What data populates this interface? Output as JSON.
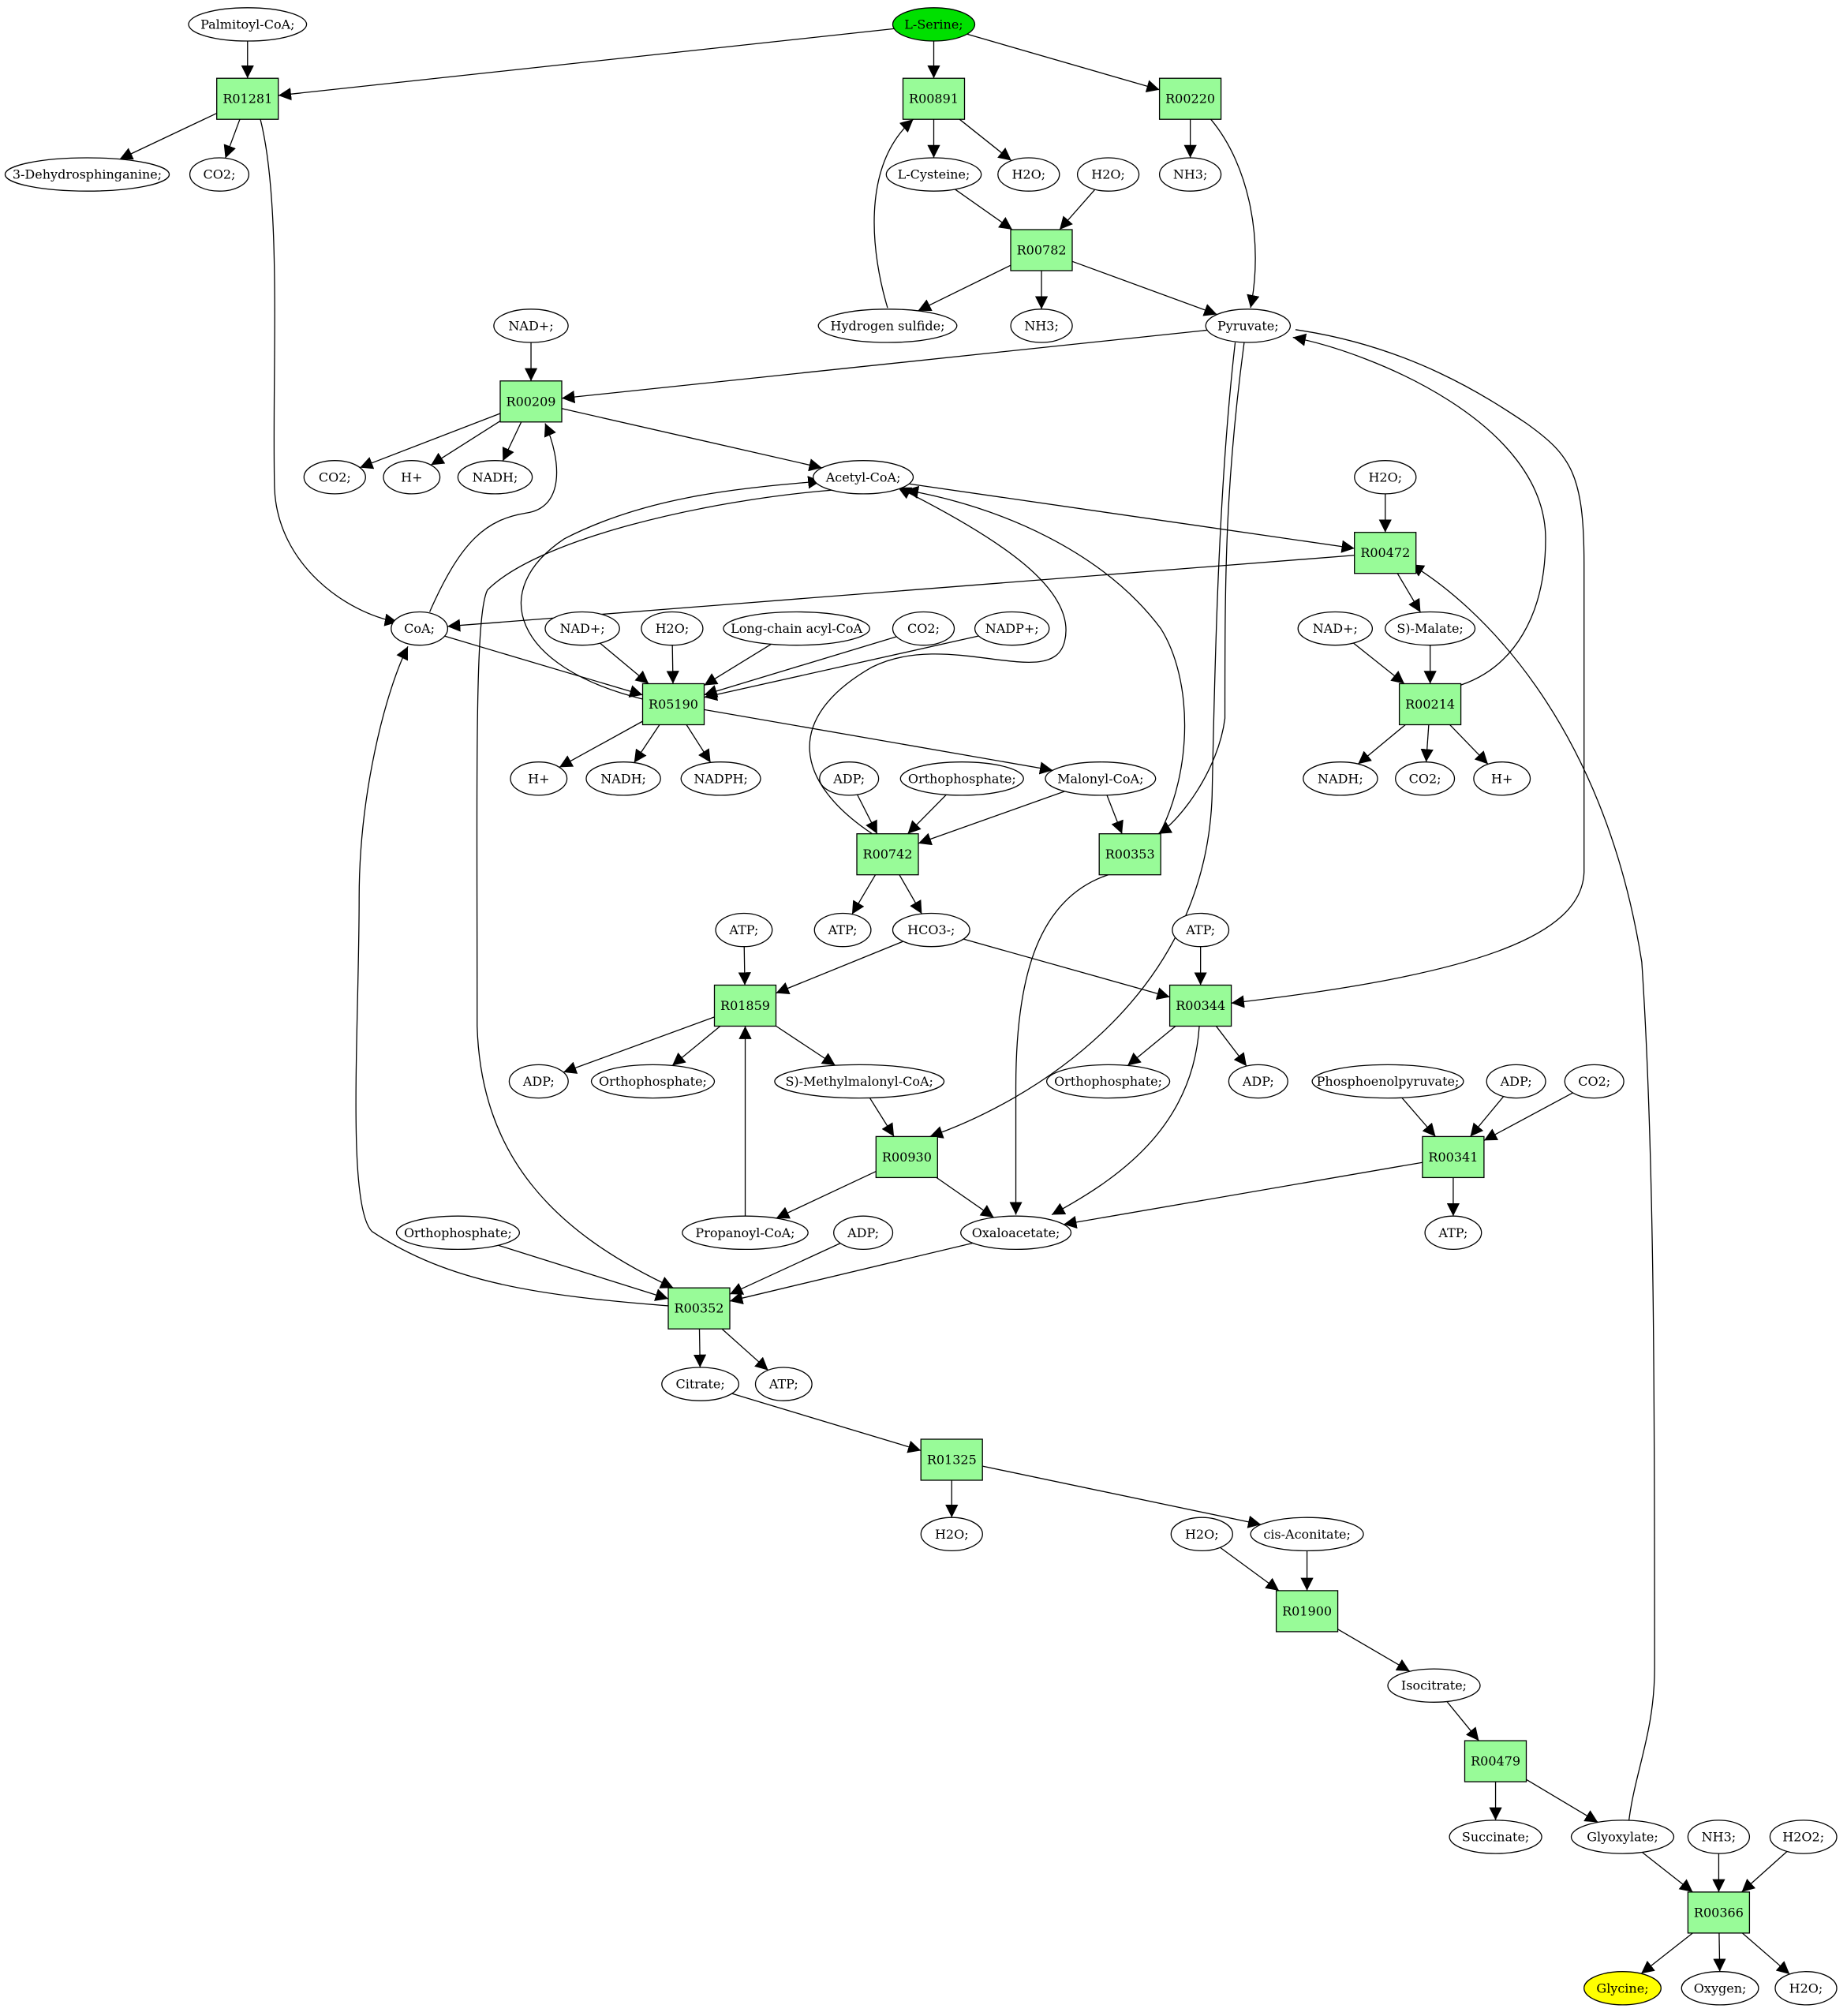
{
  "colors": {
    "reaction_fill": "#98FB98",
    "start_fill": "#00E000",
    "end_fill": "#FFFF00",
    "node_fill": "#FFFFFF",
    "stroke": "#000000"
  },
  "reactions": [
    "R01281",
    "R00891",
    "R00220",
    "R00782",
    "R00209",
    "R00472",
    "R05190",
    "R00214",
    "R00742",
    "R00353",
    "R01859",
    "R00344",
    "R00930",
    "R00341",
    "R00352",
    "R01325",
    "R01900",
    "R00479",
    "R00366"
  ],
  "compounds": {
    "c_serine": "L-Serine;",
    "c_palm": "Palmitoyl-CoA;",
    "c_dehydro": "3-Dehydrosphinganine;",
    "c_co2_a": "CO2;",
    "c_cysteine": "L-Cysteine;",
    "c_h2o_a": "H2O;",
    "c_h2o_b": "H2O;",
    "c_nh3_a": "NH3;",
    "c_h2s": "Hydrogen sulfide;",
    "c_nh3_b": "NH3;",
    "c_pyruvate": "Pyruvate;",
    "c_nad_a": "NAD+;",
    "c_co2_b": "CO2;",
    "c_hplus_a": "H+",
    "c_nadh_a": "NADH;",
    "c_acetyl": "Acetyl-CoA;",
    "c_h2o_c": "H2O;",
    "c_coa": "CoA;",
    "c_nad_b": "NAD+;",
    "c_h2o_d": "H2O;",
    "c_lcacyl": "Long-chain acyl-CoA",
    "c_co2_c": "CO2;",
    "c_nadp": "NADP+;",
    "c_nad_c": "NAD+;",
    "c_malate": "S)-Malate;",
    "c_hplus_b": "H+",
    "c_nadh_b": "NADH;",
    "c_nadph": "NADPH;",
    "c_nadh_c": "NADH;",
    "c_co2_d": "CO2;",
    "c_hplus_c": "H+",
    "c_adp_a": "ADP;",
    "c_ortho_a": "Orthophosphate;",
    "c_malonyl": "Malonyl-CoA;",
    "c_atp_a": "ATP;",
    "c_hco3": "HCO3-;",
    "c_atp_b": "ATP;",
    "c_atp_c": "ATP;",
    "c_adp_b": "ADP;",
    "c_ortho_b": "Orthophosphate;",
    "c_methylmal": "S)-Methylmalonyl-CoA;",
    "c_ortho_c": "Orthophosphate;",
    "c_adp_c": "ADP;",
    "c_pep": "Phosphoenolpyruvate;",
    "c_adp_d": "ADP;",
    "c_co2_e": "CO2;",
    "c_propanoyl": "Propanoyl-CoA;",
    "c_adp_e": "ADP;",
    "c_oxaloacetate": "Oxaloacetate;",
    "c_atp_d": "ATP;",
    "c_ortho_d": "Orthophosphate;",
    "c_citrate": "Citrate;",
    "c_atp_e": "ATP;",
    "c_h2o_e": "H2O;",
    "c_h2o_f": "H2O;",
    "c_cisaco": "cis-Aconitate;",
    "c_isocitrate": "Isocitrate;",
    "c_succinate": "Succinate;",
    "c_glyoxylate": "Glyoxylate;",
    "c_nh3_c": "NH3;",
    "c_h2o2": "H2O2;",
    "c_glycine": "Glycine;",
    "c_oxygen": "Oxygen;",
    "c_h2o_g": "H2O;"
  }
}
